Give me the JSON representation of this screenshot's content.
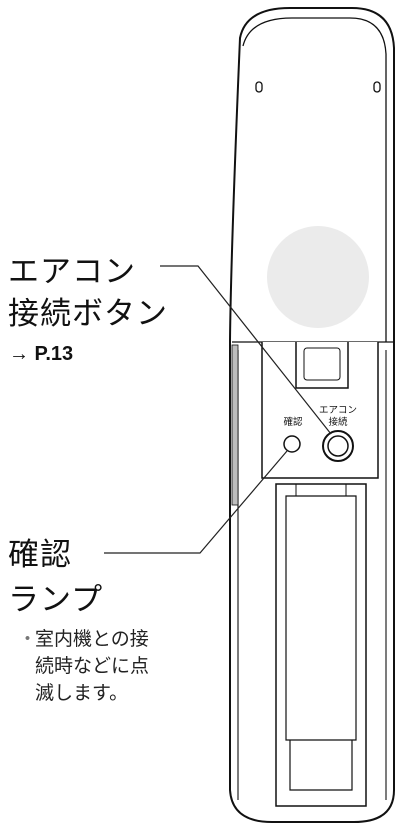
{
  "callouts": {
    "aircon_button": {
      "line1": "エアコン",
      "line2": "接続ボタン",
      "ref": "→ P.13"
    },
    "confirm_lamp": {
      "line1": "確認",
      "line2": "ランプ",
      "bullet": "・",
      "note_lines": [
        "室内機との接",
        "続時などに点",
        "滅します。"
      ]
    }
  },
  "remote": {
    "button_label_line1": "エアコン",
    "button_label_line2": "接続",
    "lamp_label": "確認"
  },
  "colors": {
    "outline": "#111111",
    "body_fill": "#ffffff",
    "sensor_fill": "#ebebeb",
    "dark_band": "#bdbdbd"
  }
}
